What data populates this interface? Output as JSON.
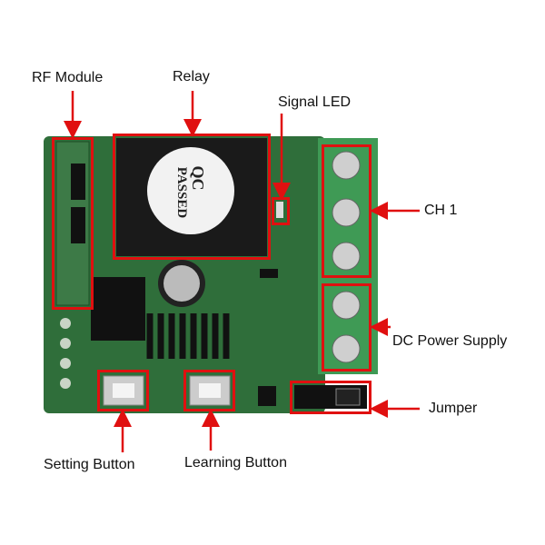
{
  "labels": {
    "rf_module": "RF Module",
    "relay": "Relay",
    "signal_led": "Signal LED",
    "ch1": "CH 1",
    "dc_power": "DC Power Supply",
    "jumper": "Jumper",
    "setting_button": "Setting Button",
    "learning_button": "Learning Button"
  },
  "relay_sticker": {
    "line1": "QC",
    "line2": "PASSED"
  },
  "colors": {
    "highlight": "#e01010",
    "pcb": "#2f6e3a",
    "terminal_block": "#3f9a55"
  }
}
